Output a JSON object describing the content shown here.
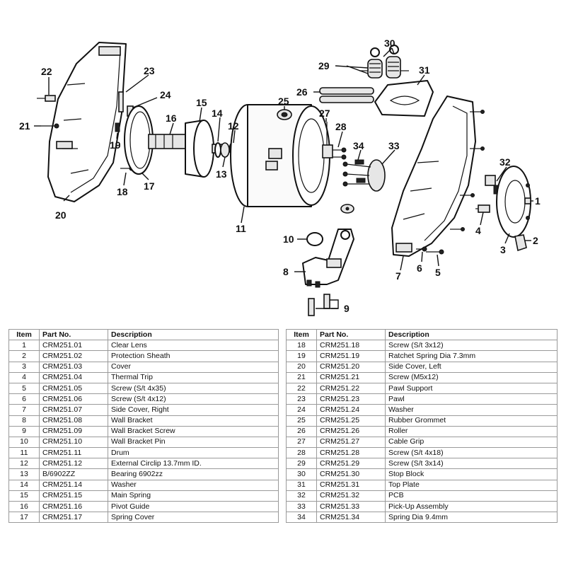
{
  "labels": [
    "1",
    "2",
    "3",
    "4",
    "5",
    "6",
    "7",
    "8",
    "9",
    "10",
    "11",
    "12",
    "13",
    "14",
    "15",
    "16",
    "17",
    "18",
    "19",
    "20",
    "21",
    "22",
    "23",
    "24",
    "25",
    "26",
    "27",
    "28",
    "29",
    "30",
    "31",
    "32",
    "33",
    "34"
  ],
  "table": {
    "headers": {
      "item": "Item",
      "part_no": "Part No.",
      "description": "Description"
    },
    "left_rows": [
      {
        "item": "1",
        "part_no": "CRM251.01",
        "description": "Clear Lens"
      },
      {
        "item": "2",
        "part_no": "CRM251.02",
        "description": "Protection Sheath"
      },
      {
        "item": "3",
        "part_no": "CRM251.03",
        "description": "Cover"
      },
      {
        "item": "4",
        "part_no": "CRM251.04",
        "description": "Thermal Trip"
      },
      {
        "item": "5",
        "part_no": "CRM251.05",
        "description": "Screw (S/t 4x35)"
      },
      {
        "item": "6",
        "part_no": "CRM251.06",
        "description": "Screw (S/t 4x12)"
      },
      {
        "item": "7",
        "part_no": "CRM251.07",
        "description": "Side Cover, Right"
      },
      {
        "item": "8",
        "part_no": "CRM251.08",
        "description": "Wall Bracket"
      },
      {
        "item": "9",
        "part_no": "CRM251.09",
        "description": "Wall Bracket Screw"
      },
      {
        "item": "10",
        "part_no": "CRM251.10",
        "description": "Wall Bracket Pin"
      },
      {
        "item": "11",
        "part_no": "CRM251.11",
        "description": "Drum"
      },
      {
        "item": "12",
        "part_no": "CRM251.12",
        "description": "External Circlip 13.7mm ID."
      },
      {
        "item": "13",
        "part_no": "B/6902ZZ",
        "description": "Bearing 6902zz"
      },
      {
        "item": "14",
        "part_no": "CRM251.14",
        "description": "Washer"
      },
      {
        "item": "15",
        "part_no": "CRM251.15",
        "description": "Main Spring"
      },
      {
        "item": "16",
        "part_no": "CRM251.16",
        "description": "Pivot Guide"
      },
      {
        "item": "17",
        "part_no": "CRM251.17",
        "description": "Spring Cover"
      }
    ],
    "right_rows": [
      {
        "item": "18",
        "part_no": "CRM251.18",
        "description": "Screw (S/t 3x12)"
      },
      {
        "item": "19",
        "part_no": "CRM251.19",
        "description": "Ratchet Spring Dia 7.3mm"
      },
      {
        "item": "20",
        "part_no": "CRM251.20",
        "description": "Side Cover, Left"
      },
      {
        "item": "21",
        "part_no": "CRM251.21",
        "description": "Screw (M5x12)"
      },
      {
        "item": "22",
        "part_no": "CRM251.22",
        "description": "Pawl Support"
      },
      {
        "item": "23",
        "part_no": "CRM251.23",
        "description": "Pawl"
      },
      {
        "item": "24",
        "part_no": "CRM251.24",
        "description": "Washer"
      },
      {
        "item": "25",
        "part_no": "CRM251.25",
        "description": "Rubber Grommet"
      },
      {
        "item": "26",
        "part_no": "CRM251.26",
        "description": "Roller"
      },
      {
        "item": "27",
        "part_no": "CRM251.27",
        "description": "Cable Grip"
      },
      {
        "item": "28",
        "part_no": "CRM251.28",
        "description": "Screw (S/t 4x18)"
      },
      {
        "item": "29",
        "part_no": "CRM251.29",
        "description": "Screw (S/t 3x14)"
      },
      {
        "item": "30",
        "part_no": "CRM251.30",
        "description": "Stop Block"
      },
      {
        "item": "31",
        "part_no": "CRM251.31",
        "description": "Top Plate"
      },
      {
        "item": "32",
        "part_no": "CRM251.32",
        "description": "PCB"
      },
      {
        "item": "33",
        "part_no": "CRM251.33",
        "description": "Pick-Up Assembly"
      },
      {
        "item": "34",
        "part_no": "CRM251.34",
        "description": "Spring Dia 9.4mm"
      }
    ]
  }
}
